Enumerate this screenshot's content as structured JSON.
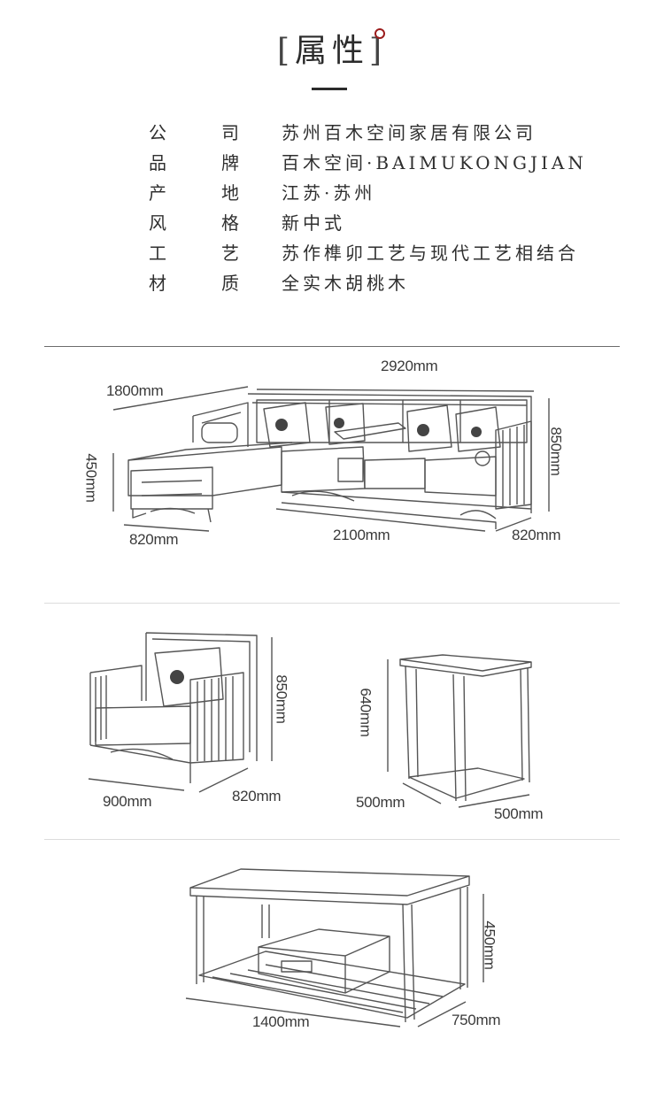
{
  "header": {
    "title_left_bracket": "[",
    "title": "属性",
    "title_right_bracket": "]"
  },
  "specs": [
    {
      "k1": "公",
      "k2": "司",
      "value": "苏州百木空间家居有限公司"
    },
    {
      "k1": "品",
      "k2": "牌",
      "value": "百木空间·BAIMUKONGJIAN"
    },
    {
      "k1": "产",
      "k2": "地",
      "value": "江苏·苏州"
    },
    {
      "k1": "风",
      "k2": "格",
      "value": "新中式"
    },
    {
      "k1": "工",
      "k2": "艺",
      "value": "苏作榫卯工艺与现代工艺相结合"
    },
    {
      "k1": "材",
      "k2": "质",
      "value": "全实木胡桃木"
    }
  ],
  "sofa_set": {
    "total_width": "2920mm",
    "chaise_length": "1800mm",
    "height": "850mm",
    "seat_height": "450mm",
    "chaise_depth": "820mm",
    "main_width": "2100mm",
    "depth": "820mm"
  },
  "armchair": {
    "height": "850mm",
    "width": "900mm",
    "depth": "820mm"
  },
  "side_table": {
    "height": "640mm",
    "width": "500mm",
    "depth": "500mm"
  },
  "coffee_table": {
    "height": "450mm",
    "width": "1400mm",
    "depth": "750mm"
  },
  "colors": {
    "seal": "#9b1c1c",
    "ink": "#2b2b2b",
    "line": "#555555"
  }
}
